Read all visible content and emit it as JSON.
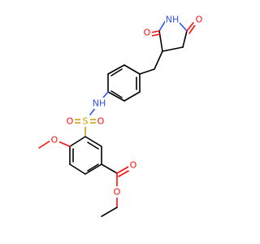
{
  "colors": {
    "carbon": "#000000",
    "oxygen": "#ff0d0d",
    "nitrogen": "#3050f8",
    "sulfur": "#c8a000",
    "background": "#ffffff"
  },
  "labels": {
    "imide_nh": "NH",
    "imide_o1": "O",
    "imide_o2": "O",
    "sulfonamide_nh": "NH",
    "sulfur": "S",
    "sulfonyl_o1": "O",
    "sulfonyl_o2": "O",
    "methoxy_o": "O",
    "ester_carbonyl_o": "O",
    "ester_o": "O"
  }
}
